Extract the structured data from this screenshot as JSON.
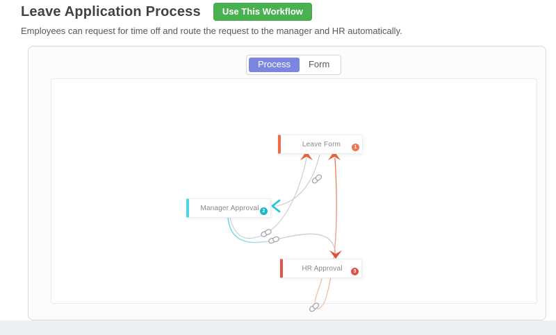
{
  "header": {
    "title": "Leave Application Process",
    "use_workflow_button": "Use This Workflow",
    "subtitle": "Employees can request for time off and route the request to the manager and HR automatically."
  },
  "tabs": {
    "process": "Process",
    "form": "Form",
    "active": "Process"
  },
  "workflow": {
    "nodes": [
      {
        "id": "leave-form",
        "label": "Leave Form",
        "badge": "1",
        "accent": "#ef6c47"
      },
      {
        "id": "manager-approval",
        "label": "Manager Approval",
        "badge": "2",
        "accent": "#4ed7e2"
      },
      {
        "id": "hr-approval",
        "label": "HR Approval",
        "badge": "3",
        "accent": "#e15549"
      }
    ],
    "connections": [
      {
        "from": "Leave Form",
        "to": "Manager Approval"
      },
      {
        "from": "Manager Approval",
        "to": "Leave Form"
      },
      {
        "from": "Manager Approval",
        "to": "HR Approval"
      },
      {
        "from": "HR Approval",
        "to": "Leave Form"
      }
    ],
    "icons": {
      "connector_midpoint": "link-icon"
    },
    "colors": {
      "connector_gray": "#cbced2",
      "teal_arrow": "#2cc5d6",
      "orange_arrow": "#e8683e",
      "red_arrow": "#dd4f3e",
      "button_green": "#4ab150",
      "tab_active": "#7b87df"
    }
  }
}
